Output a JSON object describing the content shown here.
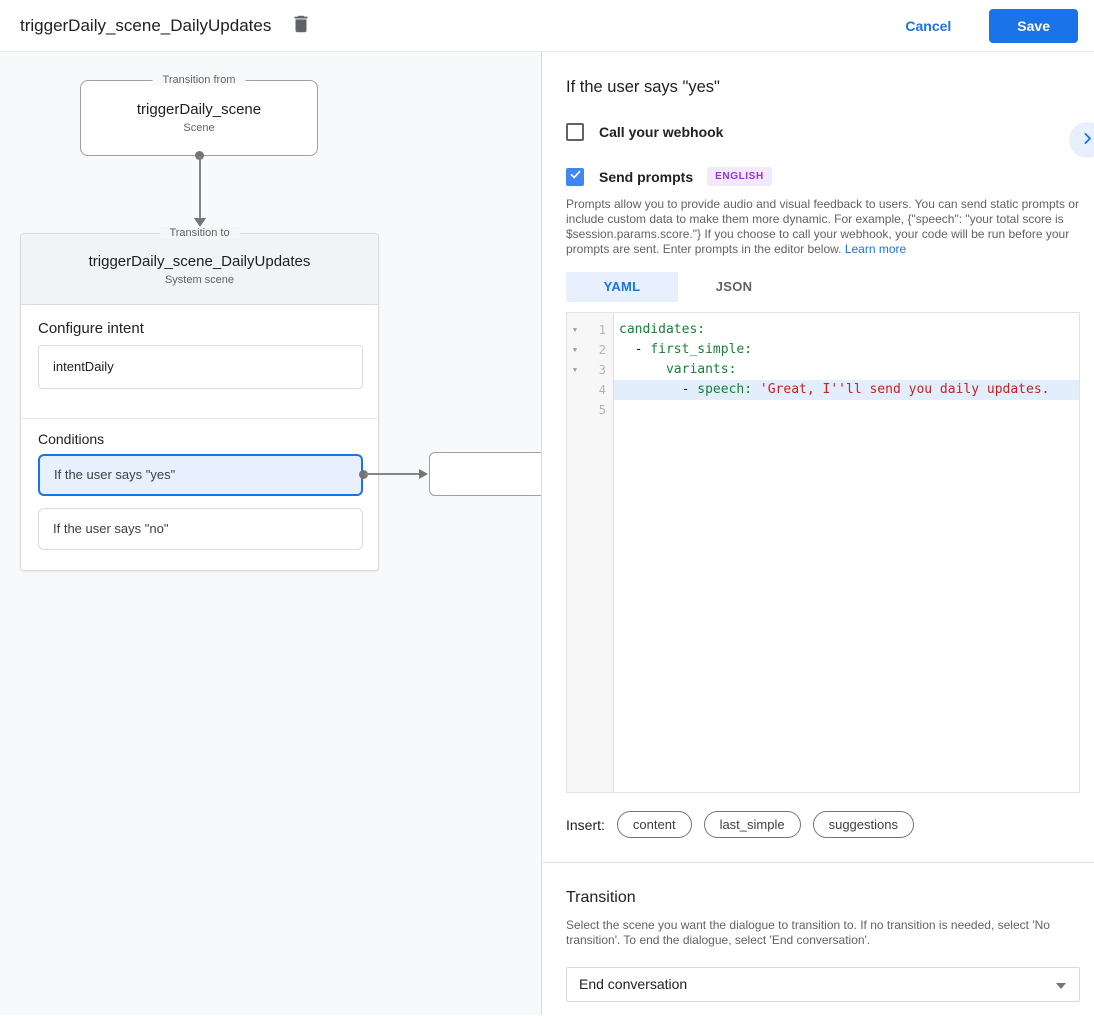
{
  "colors": {
    "accent": "#1a73e8",
    "canvas_bg": "#f8f9fa",
    "selected_condition_bg": "#e8f0fe",
    "badge_bg": "#f4e8fd",
    "badge_text": "#9334e6",
    "code_key": "#188038",
    "code_string": "#c5221f",
    "code_highlight": "#e3eefc"
  },
  "header": {
    "title": "triggerDaily_scene_DailyUpdates",
    "delete_icon": "trash-icon",
    "cancel": "Cancel",
    "save": "Save"
  },
  "canvas": {
    "from_box": {
      "label": "Transition from",
      "title": "triggerDaily_scene",
      "subtitle": "Scene"
    },
    "to_card": {
      "label": "Transition to",
      "title": "triggerDaily_scene_DailyUpdates",
      "subtitle": "System scene",
      "intent_heading": "Configure intent",
      "intent_value": "intentDaily",
      "conditions_heading": "Conditions",
      "conditions": [
        {
          "label": "If the user says \"yes\"",
          "selected": true
        },
        {
          "label": "If the user says \"no\"",
          "selected": false
        }
      ]
    }
  },
  "panel": {
    "title": "If the user says \"yes\"",
    "expand_icon": "chevron-right-icon",
    "webhook": {
      "label": "Call your webhook",
      "checked": false
    },
    "prompts": {
      "label": "Send prompts",
      "badge": "ENGLISH",
      "checked": true,
      "description": "Prompts allow you to provide audio and visual feedback to users. You can send static prompts or include custom data to make them more dynamic. For example, {\"speech\": \"your total score is $session.params.score.\"} If you choose to call your webhook, your code will be run before your prompts are sent. Enter prompts in the editor below.",
      "learn_more": "Learn more"
    },
    "tabs": [
      {
        "label": "YAML",
        "active": true
      },
      {
        "label": "JSON",
        "active": false
      }
    ],
    "editor": {
      "lines": [
        {
          "num": "1",
          "fold": "▼",
          "pre": "",
          "key": "candidates:",
          "str": ""
        },
        {
          "num": "2",
          "fold": "▼",
          "pre": "  - ",
          "key": "first_simple:",
          "str": ""
        },
        {
          "num": "3",
          "fold": "▼",
          "pre": "      ",
          "key": "variants:",
          "str": ""
        },
        {
          "num": "4",
          "fold": "",
          "pre": "        - ",
          "key": "speech:",
          "str": " 'Great, I''ll send you daily updates."
        },
        {
          "num": "5",
          "fold": "",
          "pre": "",
          "key": "",
          "str": ""
        }
      ]
    },
    "insert": {
      "label": "Insert:",
      "chips": [
        "content",
        "last_simple",
        "suggestions"
      ]
    },
    "transition": {
      "heading": "Transition",
      "description": "Select the scene you want the dialogue to transition to. If no transition is needed, select 'No transition'. To end the dialogue, select 'End conversation'.",
      "value": "End conversation"
    }
  }
}
